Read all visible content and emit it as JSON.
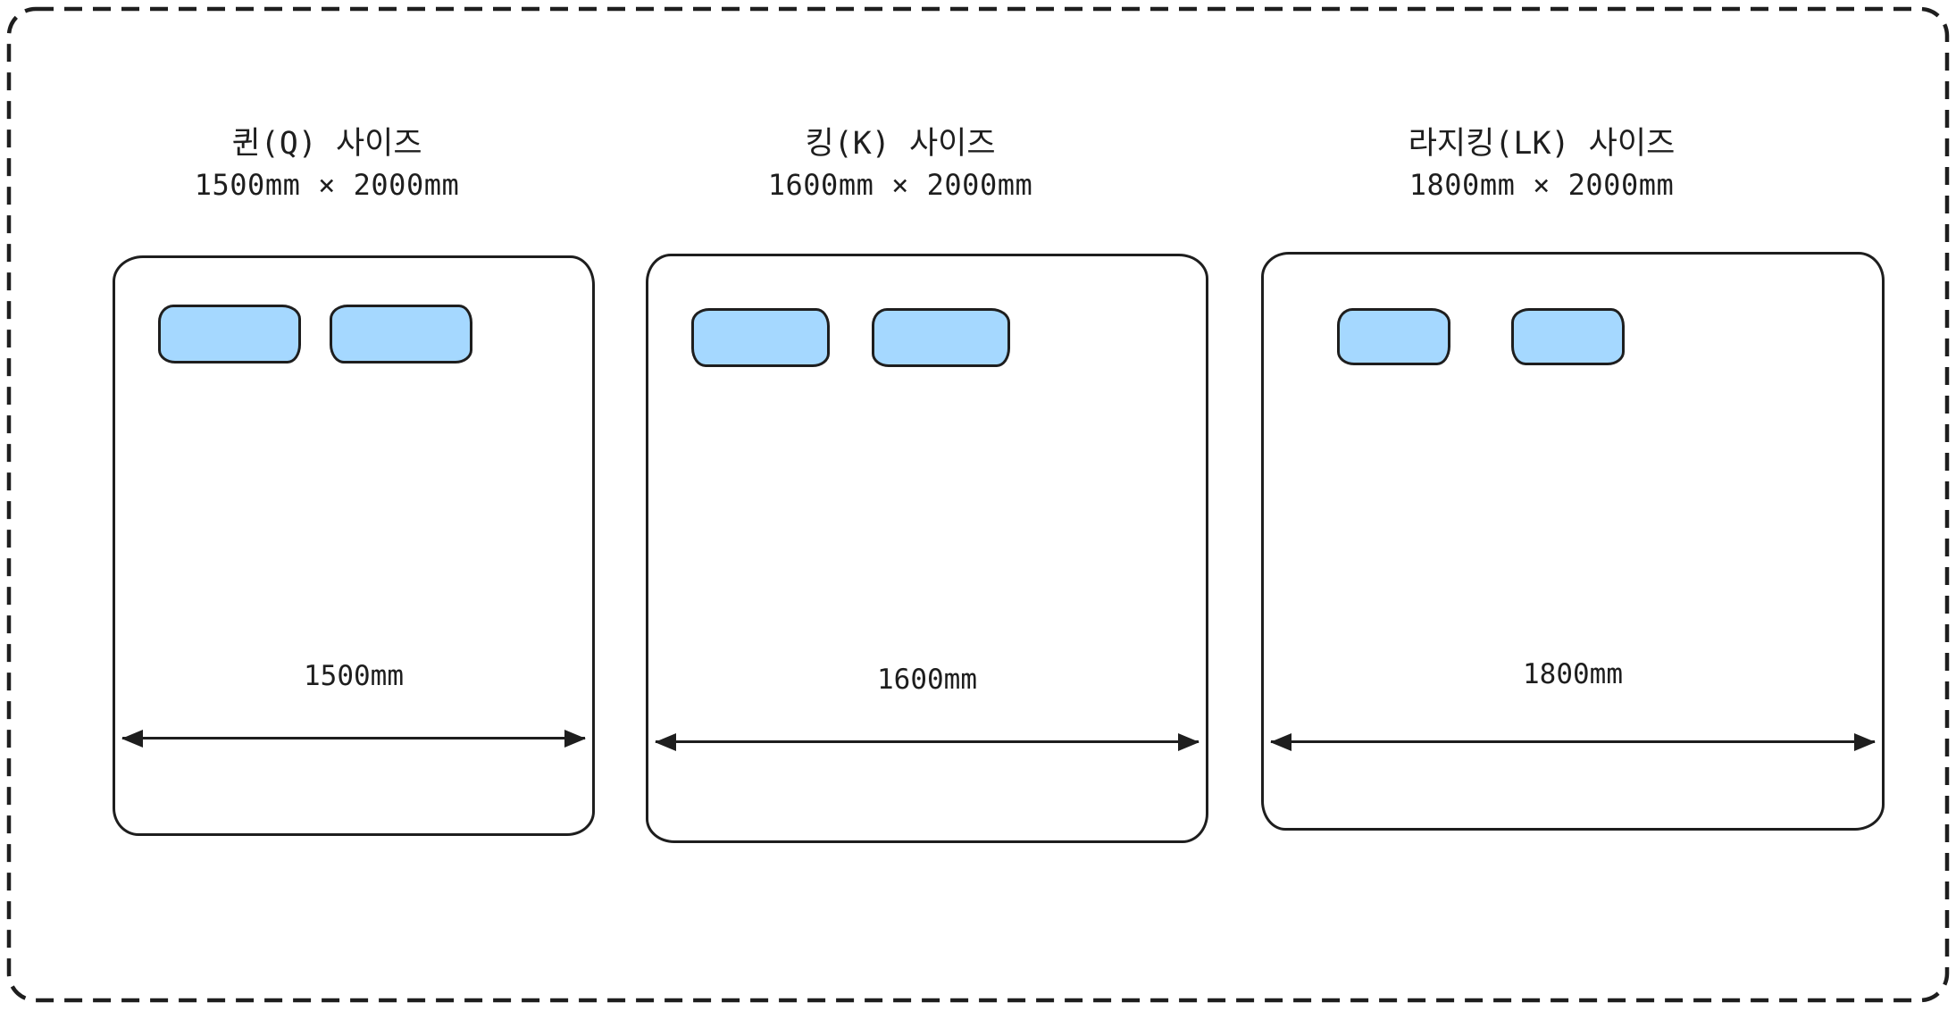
{
  "colors": {
    "stroke": "#1e1e1e",
    "pillow_fill": "#a5d8ff",
    "background": "#ffffff"
  },
  "beds": [
    {
      "id": "queen",
      "title": "퀸(Q) 사이즈",
      "dimensions": "1500mm × 2000mm",
      "width_label": "1500mm"
    },
    {
      "id": "king",
      "title": "킹(K) 사이즈",
      "dimensions": "1600mm × 2000mm",
      "width_label": "1600mm"
    },
    {
      "id": "large-king",
      "title": "라지킹(LK) 사이즈",
      "dimensions": "1800mm × 2000mm",
      "width_label": "1800mm"
    }
  ]
}
